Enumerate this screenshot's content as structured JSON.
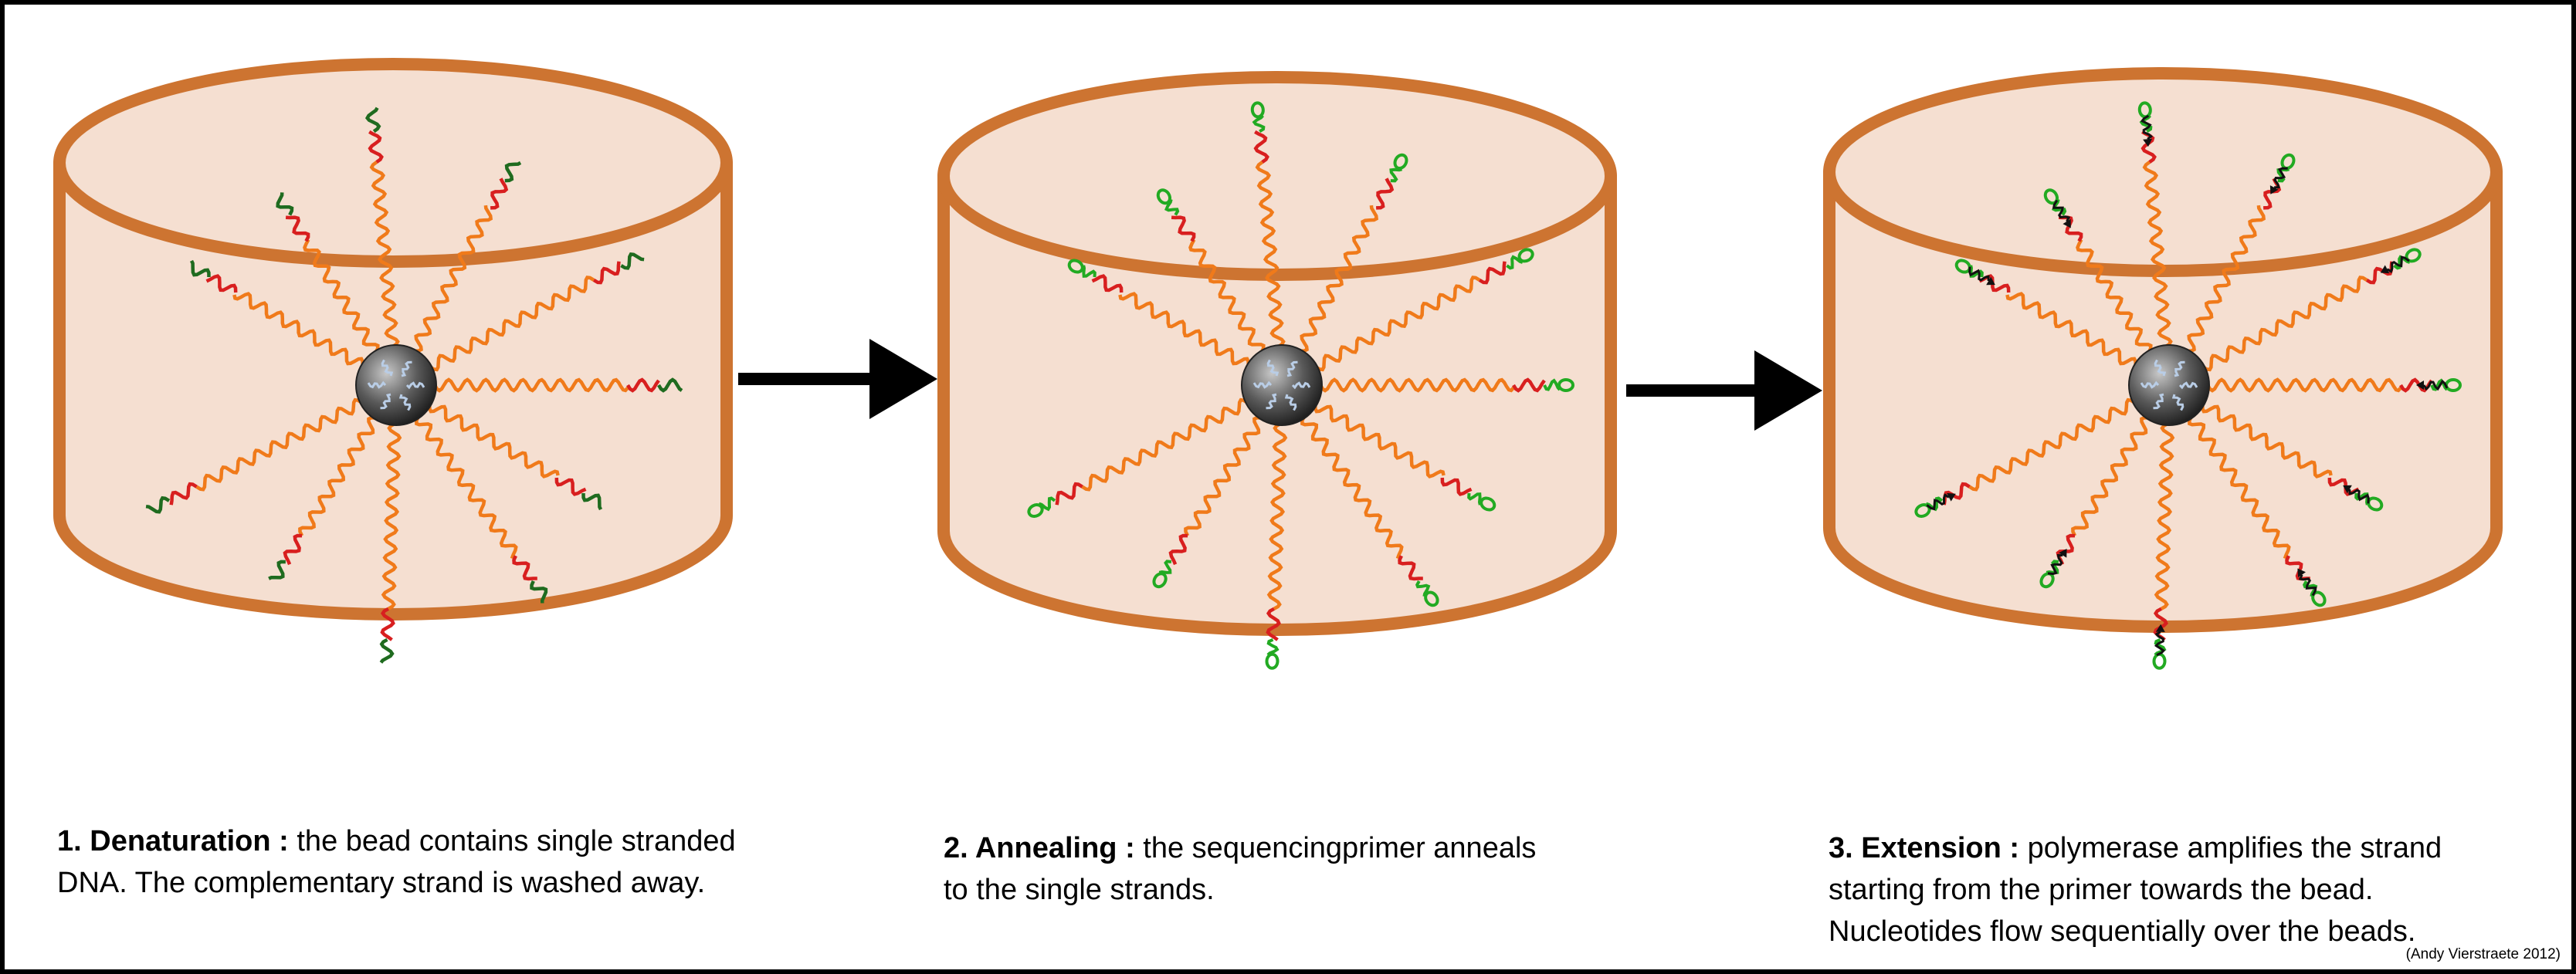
{
  "colors": {
    "cylinder_fill": "#f5dfd1",
    "cylinder_stroke": "#cd7431",
    "strand_body": "#f07a1a",
    "strand_template_tip": "#d81f1f",
    "strand_end": "#1f6b1f",
    "primer": "#22aa22",
    "linker": "#b9cde6",
    "bead": "#3a3a3a",
    "arrow": "#000000"
  },
  "panels": [
    {
      "id": "denaturation",
      "step": "1. Denaturation :",
      "lines": [
        "the bead contains single stranded",
        "DNA.  The complementary strand is washed away."
      ],
      "strand_end": "single-strand"
    },
    {
      "id": "annealing",
      "step": "2. Annealing :",
      "lines": [
        "the sequencingprimer anneals",
        "to the single strands."
      ],
      "strand_end": "primer"
    },
    {
      "id": "extension",
      "step": "3. Extension :",
      "lines": [
        "polymerase amplifies the strand",
        "starting from the primer towards the bead.",
        "Nucleotides flow sequentially over the beads."
      ],
      "strand_end": "primer-with-polymerase"
    }
  ],
  "credit": "(Andy Vierstraete 2012)"
}
